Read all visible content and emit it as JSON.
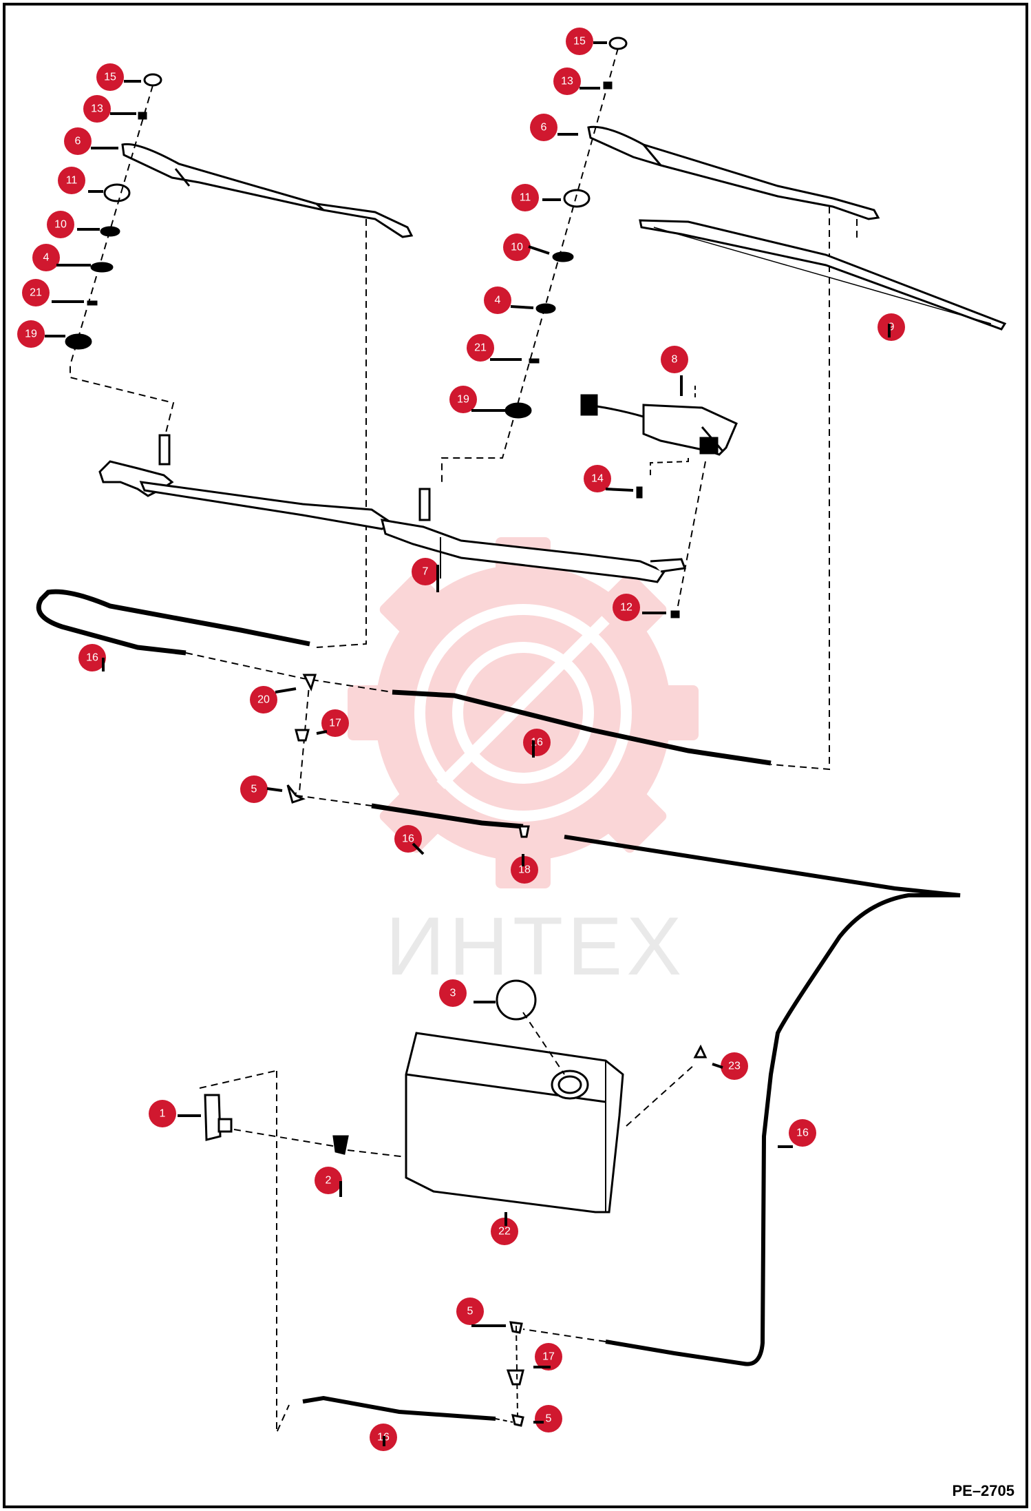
{
  "diagram": {
    "document_code": "PE–2705",
    "watermark_text": "ИНТЕХ",
    "callout_color": "#d0182f",
    "line_color": "#000000",
    "watermark_color": "#f6b5b8",
    "callouts": [
      {
        "id": "c15a",
        "label": "15"
      },
      {
        "id": "c13a",
        "label": "13"
      },
      {
        "id": "c6a",
        "label": "6"
      },
      {
        "id": "c11a",
        "label": "11"
      },
      {
        "id": "c10a",
        "label": "10"
      },
      {
        "id": "c4a",
        "label": "4"
      },
      {
        "id": "c21a",
        "label": "21"
      },
      {
        "id": "c19a",
        "label": "19"
      },
      {
        "id": "c15b",
        "label": "15"
      },
      {
        "id": "c13b",
        "label": "13"
      },
      {
        "id": "c6b",
        "label": "6"
      },
      {
        "id": "c11b",
        "label": "11"
      },
      {
        "id": "c10b",
        "label": "10"
      },
      {
        "id": "c4b",
        "label": "4"
      },
      {
        "id": "c21b",
        "label": "21"
      },
      {
        "id": "c19b",
        "label": "19"
      },
      {
        "id": "c8",
        "label": "8"
      },
      {
        "id": "c9",
        "label": "9"
      },
      {
        "id": "c14",
        "label": "14"
      },
      {
        "id": "c7",
        "label": "7"
      },
      {
        "id": "c12",
        "label": "12"
      },
      {
        "id": "c16a",
        "label": "16"
      },
      {
        "id": "c20",
        "label": "20"
      },
      {
        "id": "c17a",
        "label": "17"
      },
      {
        "id": "c16b",
        "label": "16"
      },
      {
        "id": "c5a",
        "label": "5"
      },
      {
        "id": "c16c",
        "label": "16"
      },
      {
        "id": "c18",
        "label": "18"
      },
      {
        "id": "c3",
        "label": "3"
      },
      {
        "id": "c23",
        "label": "23"
      },
      {
        "id": "c1",
        "label": "1"
      },
      {
        "id": "c16d",
        "label": "16"
      },
      {
        "id": "c2",
        "label": "2"
      },
      {
        "id": "c22",
        "label": "22"
      },
      {
        "id": "c5b",
        "label": "5"
      },
      {
        "id": "c17b",
        "label": "17"
      },
      {
        "id": "c5c",
        "label": "5"
      },
      {
        "id": "c16e",
        "label": "16"
      }
    ]
  }
}
